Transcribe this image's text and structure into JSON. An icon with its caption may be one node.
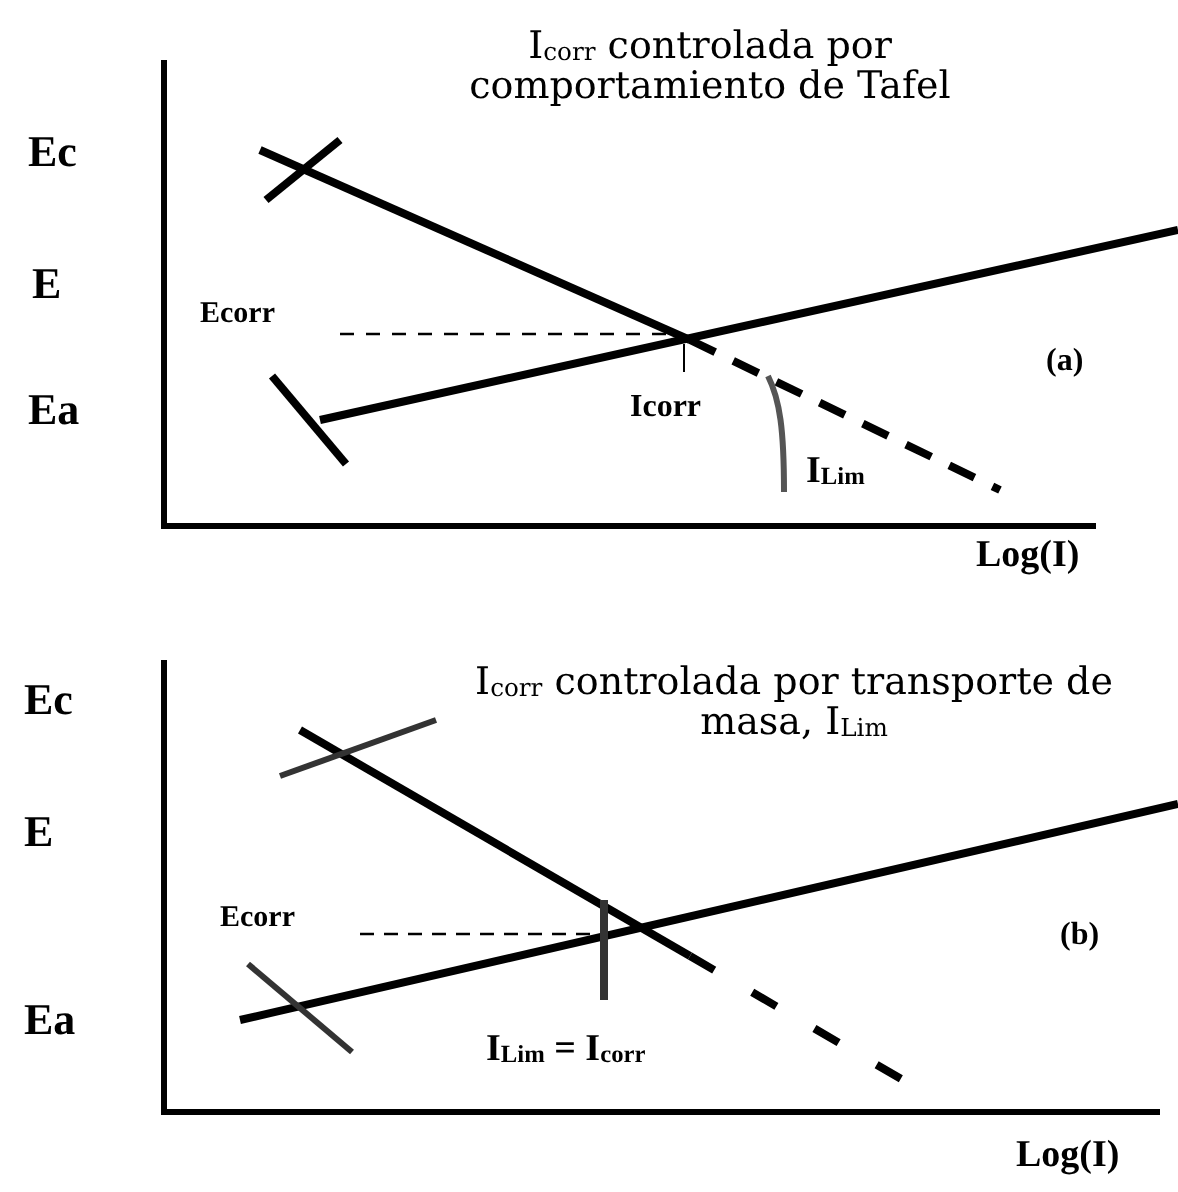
{
  "diagram": {
    "labels": [
      "I$_{corr}$ controlada por comportamiento de Tafel",
      "Ec",
      "E",
      "Ecorr",
      "(a)",
      "Ea",
      "Icorr",
      "I$_{Lim}$",
      "Log(I)",
      "Ec",
      "I$_{corr}$ controlada por transporte de masa, I$_{Lim}$",
      "E",
      "Ecorr",
      "(b)",
      "Ea",
      "I$_{Lim}$ = I$_{corr}$",
      "Log(I)"
    ]
  }
}
